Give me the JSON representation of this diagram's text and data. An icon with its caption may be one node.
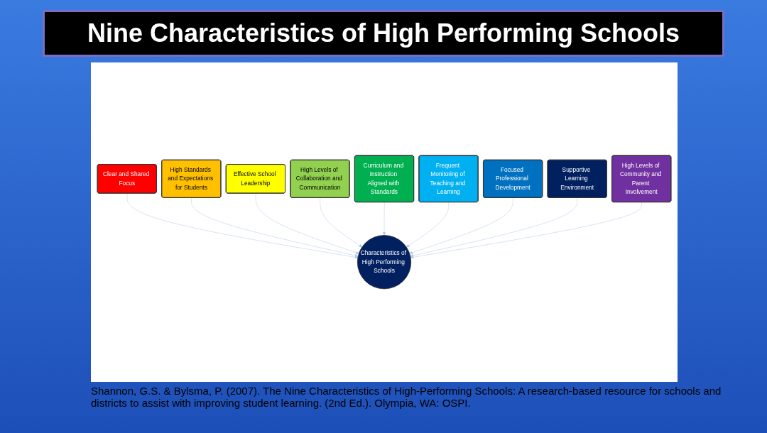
{
  "diagram": {
    "title": "Nine Characteristics of High Performing Schools",
    "caption": "Shannon, G.S. & Bylsma, P. (2007). The Nine Characteristics of High-Performing Schools: A research-based resource for schools and districts to assist with improving student learning. (2nd Ed.). Olympia, WA: OSPI.",
    "nodes": [
      {
        "text": [
          "Clear and Shared Focus"
        ]
      },
      {
        "text": [
          "High Standards and Expectations for Students"
        ]
      },
      {
        "text": [
          "Effective School Leadership"
        ]
      },
      {
        "text": [
          "High Levels of Collaboration and Communication"
        ]
      },
      {
        "text": [
          "Curriculum and Instruction Aligned with Standards"
        ]
      },
      {
        "text": [
          "Frequent Monitoring of Teaching and Learning"
        ]
      },
      {
        "text": [
          "Focused Professional Development"
        ]
      },
      {
        "text": [
          "Supportive Learning Environment"
        ]
      },
      {
        "text": [
          "High Levels of Community and Parent Involvement"
        ]
      },
      {
        "text": [
          "Characteristics of High Performing Schools"
        ]
      }
    ],
    "edges": [
      {
        "from": 0,
        "to": 9,
        "arrow": "to",
        "color": "#b4c7e7"
      },
      {
        "from": 1,
        "to": 9,
        "arrow": "to",
        "color": "#b4c7e7"
      },
      {
        "from": 2,
        "to": 9,
        "arrow": "to",
        "color": "#b4c7e7"
      },
      {
        "from": 3,
        "to": 9,
        "arrow": "to",
        "color": "#b4c7e7"
      },
      {
        "from": 4,
        "to": 9,
        "arrow": "to",
        "color": "#b4c7e7"
      },
      {
        "from": 5,
        "to": 9,
        "arrow": "to",
        "color": "#b4c7e7"
      },
      {
        "from": 6,
        "to": 9,
        "arrow": "to",
        "color": "#b4c7e7"
      },
      {
        "from": 7,
        "to": 9,
        "arrow": "to",
        "color": "#b4c7e7"
      },
      {
        "from": 8,
        "to": 9,
        "arrow": "to",
        "color": "#b4c7e7"
      }
    ]
  }
}
